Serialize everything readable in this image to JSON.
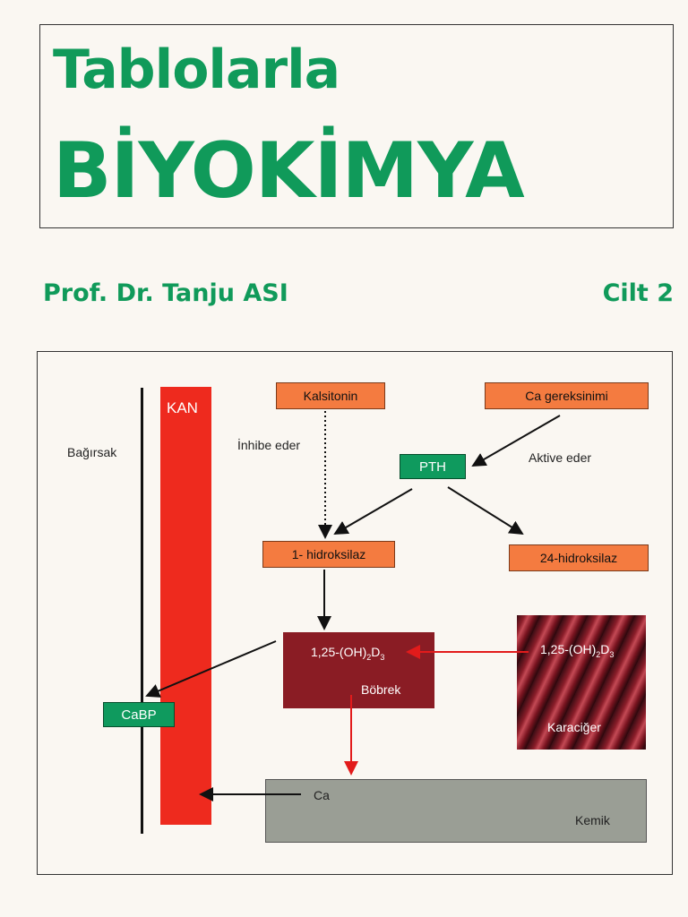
{
  "cover": {
    "title_line1": "Tablolarla",
    "title_line2": "BİYOKİMYA",
    "author": "Prof. Dr. Tanju ASI",
    "volume": "Cilt 2"
  },
  "diagram": {
    "kan": "KAN",
    "bagirsak": "Bağırsak",
    "kalsitonin": "Kalsitonin",
    "ca_gereksinimi": "Ca gereksinimi",
    "inhibe_eder": "İnhibe eder",
    "aktive_eder": "Aktive eder",
    "pth": "PTH",
    "hidroksilaz1": "1- hidroksilaz",
    "hidroksilaz24": "24-hidroksilaz",
    "vitd_base": "1,25-(OH)",
    "vitd_sub1": "2",
    "vitd_mid": "D",
    "vitd_sub2": "3",
    "bobrek": "Böbrek",
    "karaciger": "Karaciğer",
    "cabp": "CaBP",
    "ca": "Ca",
    "kemik": "Kemik"
  },
  "colors": {
    "title_green": "#109a5a",
    "box_orange": "#f47b40",
    "box_green": "#0f9a5e",
    "blood_red": "#ee2a1e",
    "kidney": "#8a1c24",
    "bone": "#9a9e95"
  }
}
